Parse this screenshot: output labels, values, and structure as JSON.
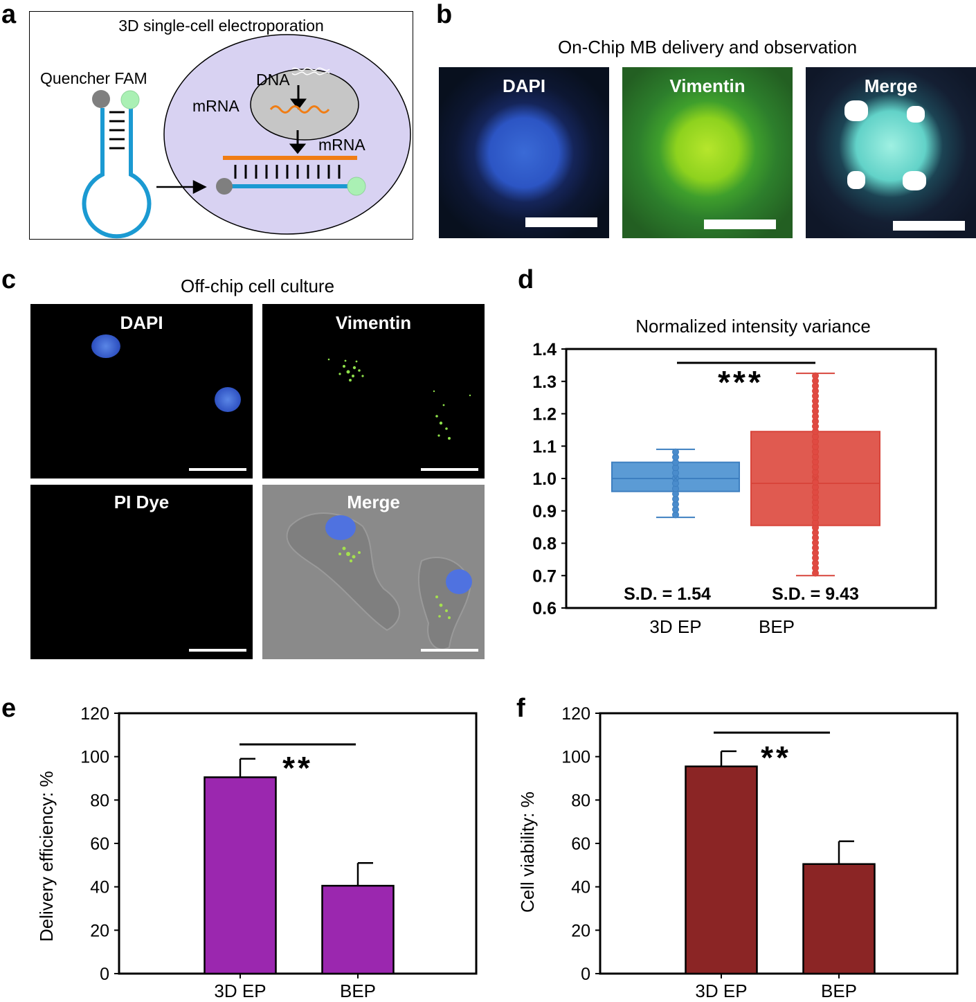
{
  "panels": {
    "a": {
      "letter": "a",
      "title": "3D single-cell electroporation",
      "quencher_fam": "Quencher FAM",
      "dna": "DNA",
      "mrna_left": "mRNA",
      "mrna_right": "mRNA",
      "colors": {
        "cell_fill": "#d8d2f2",
        "nucleus_fill": "#c6c6c6",
        "probe": "#1b9ad2",
        "mrna": "#f07d14",
        "quencher": "#7f7f7f",
        "fam": "#aaf0b4"
      }
    },
    "b": {
      "letter": "b",
      "title": "On-Chip MB delivery and observation",
      "images": [
        {
          "label": "DAPI",
          "color": "blue"
        },
        {
          "label": "Vimentin",
          "color": "green"
        },
        {
          "label": "Merge",
          "color": "cyan-white"
        }
      ]
    },
    "c": {
      "letter": "c",
      "title": "Off-chip cell culture",
      "images": [
        {
          "label": "DAPI"
        },
        {
          "label": "Vimentin"
        },
        {
          "label": "PI Dye"
        },
        {
          "label": "Merge"
        }
      ]
    },
    "d": {
      "letter": "d"
    },
    "e": {
      "letter": "e"
    },
    "f": {
      "letter": "f"
    }
  },
  "chart_data": [
    {
      "panel": "d",
      "type": "box",
      "title": "Normalized intensity variance",
      "categories": [
        "3D EP",
        "BEP"
      ],
      "ylim": [
        0.6,
        1.4
      ],
      "yticks": [
        "0.6",
        "0.7",
        "0.8",
        "0.9",
        "1.0",
        "1.1",
        "1.2",
        "1.3",
        "1.4"
      ],
      "series": [
        {
          "category": "3D EP",
          "whisker_low": 0.88,
          "q1": 0.96,
          "median": 1.0,
          "mean": 1.0,
          "q3": 1.05,
          "whisker_high": 1.09,
          "color": "#5b9bd5",
          "sd_label": "S.D. = 1.54"
        },
        {
          "category": "BEP",
          "whisker_low": 0.7,
          "q1": 0.855,
          "median": 0.985,
          "mean": 1.0,
          "q3": 1.145,
          "whisker_high": 1.325,
          "color": "#e05a50",
          "sd_label": "S.D. = 9.43"
        }
      ],
      "significance": "***"
    },
    {
      "panel": "e",
      "type": "bar",
      "categories": [
        "3D EP",
        "BEP"
      ],
      "values": [
        90.5,
        40.5
      ],
      "errors": [
        8.5,
        10.5
      ],
      "ylabel": "Delivery efficiency: %",
      "ylim": [
        0,
        120
      ],
      "yticks": [
        "0",
        "20",
        "40",
        "60",
        "80",
        "100",
        "120"
      ],
      "color": "#9b27af",
      "significance": "**"
    },
    {
      "panel": "f",
      "type": "bar",
      "categories": [
        "3D EP",
        "BEP"
      ],
      "values": [
        95.5,
        50.5
      ],
      "errors": [
        7.0,
        10.5
      ],
      "ylabel": "Cell viability: %",
      "ylim": [
        0,
        120
      ],
      "yticks": [
        "0",
        "20",
        "40",
        "60",
        "80",
        "100",
        "120"
      ],
      "color": "#8b2525",
      "significance": "**"
    }
  ]
}
